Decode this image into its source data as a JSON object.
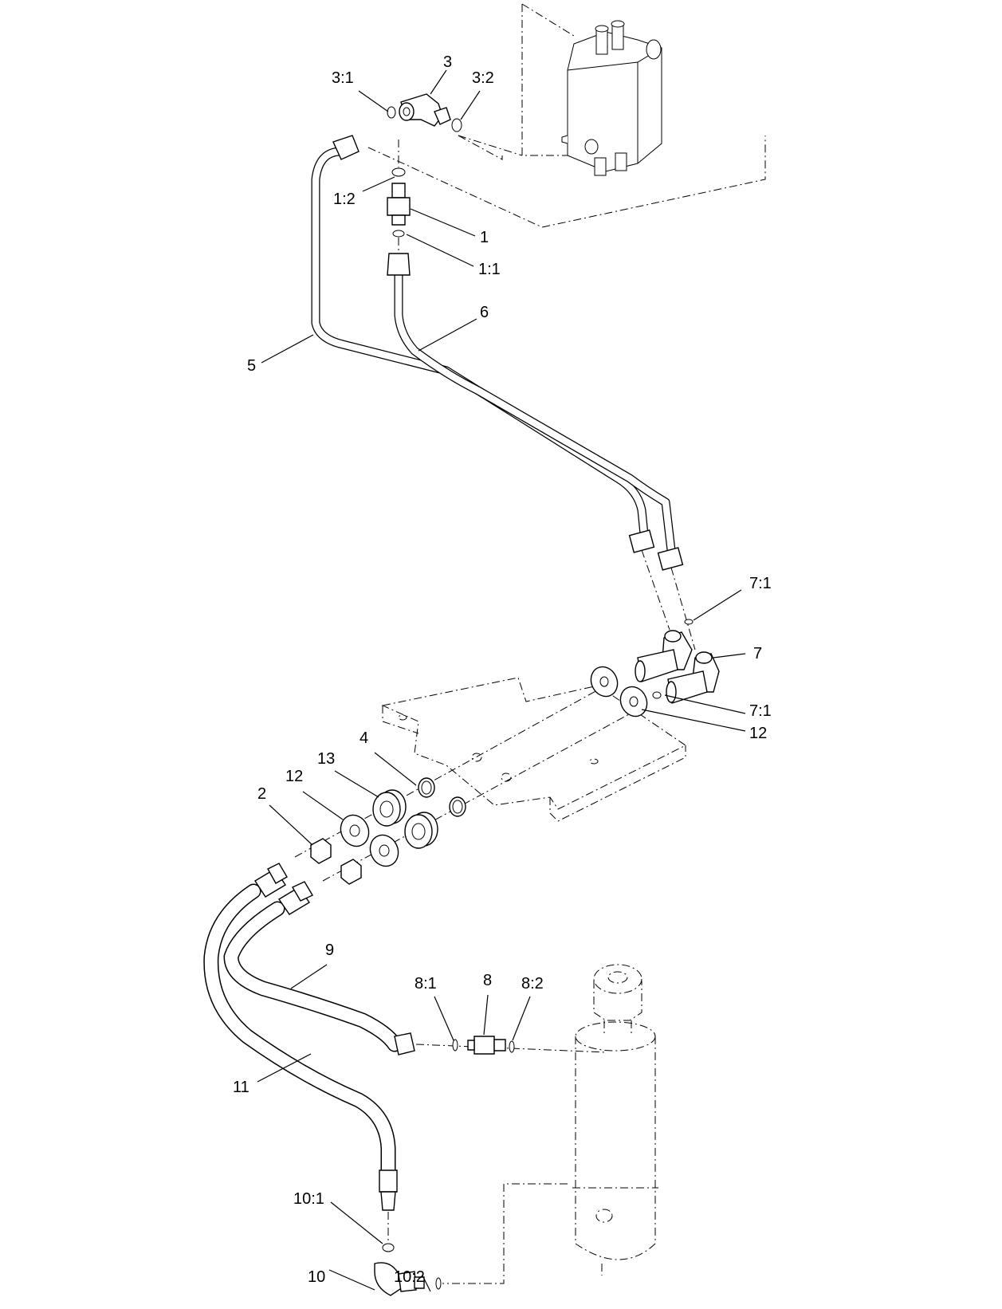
{
  "diagram": {
    "callouts": [
      {
        "id": "c-3-1",
        "text": "3:1"
      },
      {
        "id": "c-3",
        "text": "3"
      },
      {
        "id": "c-3-2",
        "text": "3:2"
      },
      {
        "id": "c-1-2",
        "text": "1:2"
      },
      {
        "id": "c-1",
        "text": "1"
      },
      {
        "id": "c-1-1",
        "text": "1:1"
      },
      {
        "id": "c-6",
        "text": "6"
      },
      {
        "id": "c-5",
        "text": "5"
      },
      {
        "id": "c-7-1a",
        "text": "7:1"
      },
      {
        "id": "c-7",
        "text": "7"
      },
      {
        "id": "c-7-1b",
        "text": "7:1"
      },
      {
        "id": "c-12a",
        "text": "12"
      },
      {
        "id": "c-4",
        "text": "4"
      },
      {
        "id": "c-13",
        "text": "13"
      },
      {
        "id": "c-12b",
        "text": "12"
      },
      {
        "id": "c-2",
        "text": "2"
      },
      {
        "id": "c-9",
        "text": "9"
      },
      {
        "id": "c-8-1",
        "text": "8:1"
      },
      {
        "id": "c-8",
        "text": "8"
      },
      {
        "id": "c-8-2",
        "text": "8:2"
      },
      {
        "id": "c-11",
        "text": "11"
      },
      {
        "id": "c-10-1",
        "text": "10:1"
      },
      {
        "id": "c-10",
        "text": "10"
      },
      {
        "id": "c-10-2",
        "text": "10:2"
      }
    ]
  }
}
